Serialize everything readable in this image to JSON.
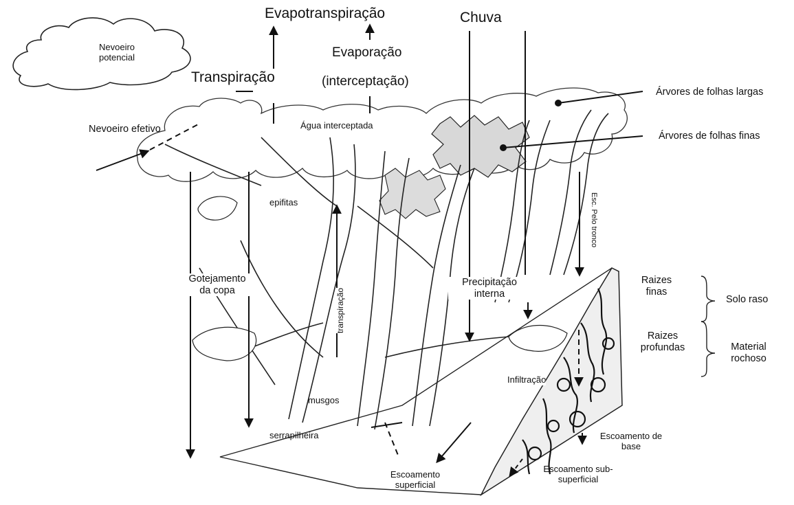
{
  "labels": {
    "evapotranspiracao": "Evapotranspiração",
    "chuva": "Chuva",
    "evaporacao": "Evaporação",
    "interceptacao": "(interceptação)",
    "transpiracao": "Transpiração",
    "nevoeiro_potencial_1": "Nevoeiro",
    "nevoeiro_potencial_2": "potencial",
    "nevoeiro_efetivo": "Nevoeiro efetivo",
    "agua_interceptada": "Água interceptada",
    "arvores_folhas_largas": "Árvores de folhas largas",
    "arvores_folhas_finas": "Árvores de folhas finas",
    "epifitas": "epifitas",
    "esc_pelo_tronco": "Esc. Pelo tronco",
    "gotejamento_1": "Gotejamento",
    "gotejamento_2": "da copa",
    "transpiracao_vertical": "transpiração",
    "precipitacao_1": "Precipitação",
    "precipitacao_2": "interna",
    "raizes_finas_1": "Raizes",
    "raizes_finas_2": "finas",
    "solo_raso": "Solo raso",
    "raizes_profundas_1": "Raizes",
    "raizes_profundas_2": "profundas",
    "material_rochoso_1": "Material",
    "material_rochoso_2": "rochoso",
    "infiltracao": "Infiltração",
    "musgos": "musgos",
    "serrapilheira": "serrapilheira",
    "escoamento_base_1": "Escoamento de",
    "escoamento_base_2": "base",
    "escoamento_superficial_1": "Escoamento",
    "escoamento_superficial_2": "superficial",
    "escoamento_sub_1": "Escoamento sub-",
    "escoamento_sub_2": "superficial"
  }
}
